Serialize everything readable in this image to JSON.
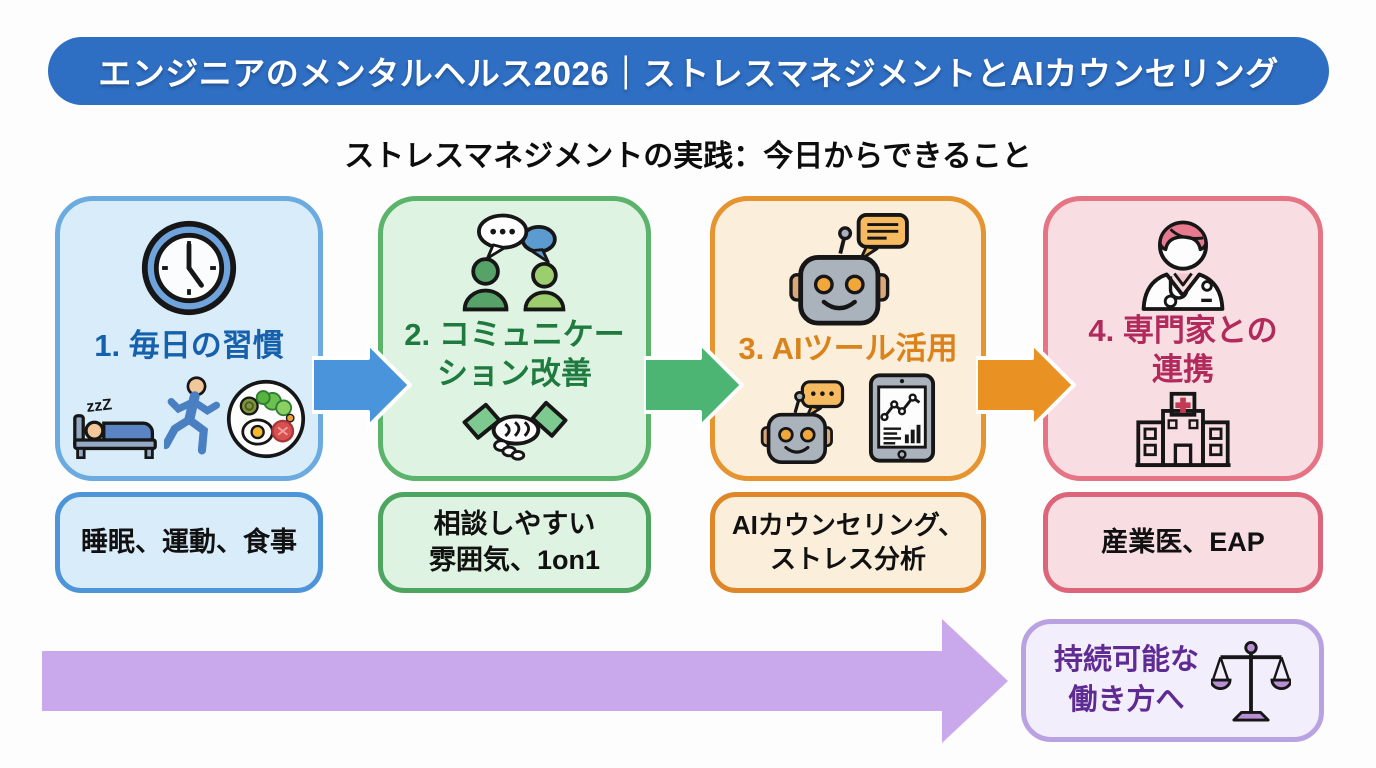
{
  "header": {
    "title": "エンジニアのメンタルヘルス2026｜ストレスマネジメントとAIカウンセリング"
  },
  "subtitle": "ストレスマネジメントの実践：今日からできること",
  "steps": [
    {
      "title": "1. 毎日の習慣",
      "label": "睡眠、運動、食事",
      "icons": [
        "clock-icon",
        "sleep-bed-icon",
        "running-person-icon",
        "meal-plate-icon"
      ],
      "zzz": "zzZ",
      "colors": {
        "bg": "#d9ecfa",
        "border": "#6cabdf",
        "title": "#1661ac"
      }
    },
    {
      "title": "2. コミュニケー\nション改善",
      "label": "相談しやすい\n雰囲気、1on1",
      "icons": [
        "chat-people-icon",
        "handshake-icon"
      ],
      "colors": {
        "bg": "#def3e1",
        "border": "#5bb36c",
        "title": "#1e7a3e"
      }
    },
    {
      "title": "3. AIツール活用",
      "label": "AIカウンセリング、\nストレス分析",
      "icons": [
        "robot-chat-icon",
        "robot-icon",
        "tablet-chart-icon"
      ],
      "colors": {
        "bg": "#fbeedb",
        "border": "#e5942f",
        "title": "#da831c"
      }
    },
    {
      "title": "4. 専門家との\n連携",
      "label": "産業医、EAP",
      "icons": [
        "doctor-icon",
        "hospital-icon"
      ],
      "colors": {
        "bg": "#f8dde3",
        "border": "#e57585",
        "title": "#b12a5b"
      }
    }
  ],
  "flow_arrows": [
    {
      "color": "#4a94dc"
    },
    {
      "color": "#4cb573"
    },
    {
      "color": "#ea9123"
    }
  ],
  "footer": {
    "arrow_color": "#c9a9ec",
    "goal": "持続可能な\n働き方へ",
    "goal_icon": "balance-scale-icon",
    "box": {
      "bg": "#f3eefb",
      "border": "#b9a2e2",
      "text_color": "#5f2b93"
    }
  },
  "colors": {
    "header_bg": "#2e6ec3",
    "header_text": "#ffffff",
    "page_bg": "#fdfdfd"
  }
}
